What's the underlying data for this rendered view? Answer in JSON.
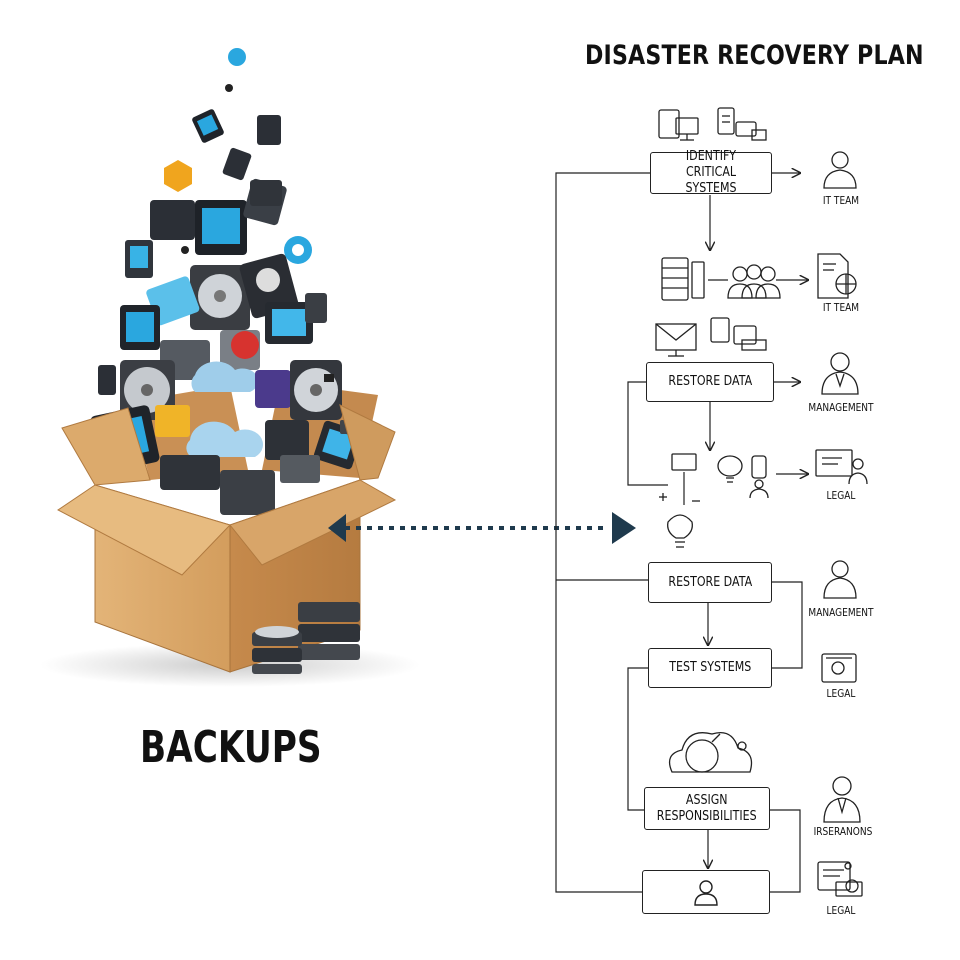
{
  "diagram": {
    "title": "DISASTER RECOVERY PLAN",
    "left_label": "BACKUPS",
    "steps": {
      "identify": "IDENTIFY\nCRITICAL SYSTEMS",
      "restore_1": "RESTORE DATA",
      "restore_2": "RESTORE DATA",
      "test": "TEST SYSTEMS",
      "assign": "ASSIGN\nRESPONSIBILITIES"
    },
    "roles": {
      "r1": "IT TEAM",
      "r2": "IT TEAM",
      "r3": "MANAGEMENT",
      "r4": "LEGAL",
      "r5": "MANAGEMENT",
      "r6": "LEGAL",
      "r7": "IRSERANONS",
      "r8": "LEGAL"
    },
    "colors": {
      "ink": "#1a1a1a",
      "arrow_navy": "#1f3a4d",
      "box_cardboard": "#d9a86a",
      "box_shadow": "#b9834a",
      "device_blue": "#2aa7df",
      "device_dark": "#2b2f36"
    }
  }
}
